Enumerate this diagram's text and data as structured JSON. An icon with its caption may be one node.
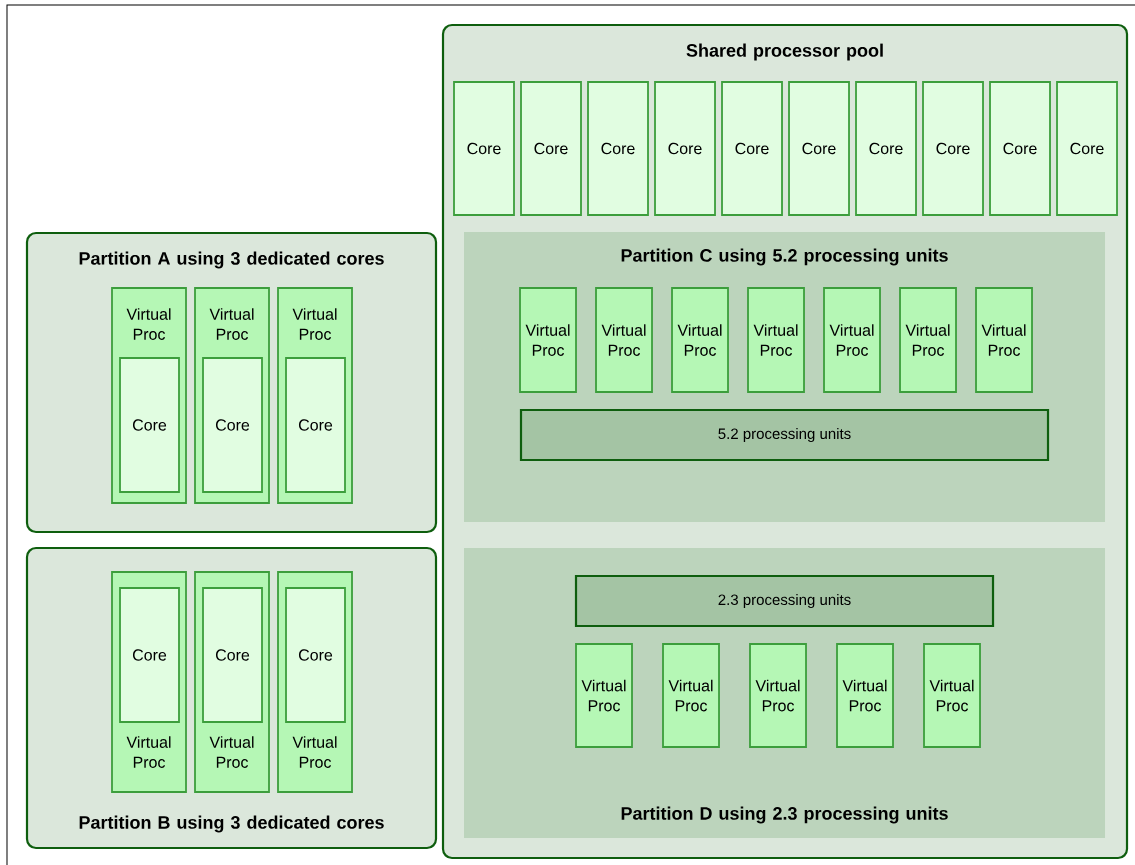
{
  "diagram": {
    "nodes": [
      {
        "text": [
          "Shared processor pool"
        ]
      },
      {
        "text": [
          "Core"
        ],
        "in": 0
      },
      {
        "text": [
          "Core"
        ],
        "in": 0
      },
      {
        "text": [
          "Core"
        ],
        "in": 0
      },
      {
        "text": [
          "Core"
        ],
        "in": 0
      },
      {
        "text": [
          "Core"
        ],
        "in": 0
      },
      {
        "text": [
          "Core"
        ],
        "in": 0
      },
      {
        "text": [
          "Core"
        ],
        "in": 0
      },
      {
        "text": [
          "Core"
        ],
        "in": 0
      },
      {
        "text": [
          "Core"
        ],
        "in": 0
      },
      {
        "text": [
          "Core"
        ],
        "in": 0
      },
      {
        "text": [
          "Partition A using 3 dedicated cores"
        ]
      },
      {
        "text": [
          "Virtual Proc"
        ],
        "in": 11
      },
      {
        "text": [
          "Core"
        ],
        "in": 12
      },
      {
        "text": [
          "Virtual Proc"
        ],
        "in": 11
      },
      {
        "text": [
          "Core"
        ],
        "in": 14
      },
      {
        "text": [
          "Virtual Proc"
        ],
        "in": 11
      },
      {
        "text": [
          "Core"
        ],
        "in": 16
      },
      {
        "text": [
          "Partition C using 5.2 processing units"
        ],
        "in": 0
      },
      {
        "text": [
          "Virtual Proc"
        ],
        "in": 18
      },
      {
        "text": [
          "Virtual Proc"
        ],
        "in": 18
      },
      {
        "text": [
          "Virtual Proc"
        ],
        "in": 18
      },
      {
        "text": [
          "Virtual Proc"
        ],
        "in": 18
      },
      {
        "text": [
          "Virtual Proc"
        ],
        "in": 18
      },
      {
        "text": [
          "Virtual Proc"
        ],
        "in": 18
      },
      {
        "text": [
          "Virtual Proc"
        ],
        "in": 18
      },
      {
        "text": [
          "5.2 processing units"
        ],
        "in": 18
      },
      {
        "text": [
          "Partition B using 3 dedicated cores"
        ]
      },
      {
        "text": [
          "Virtual Proc"
        ],
        "in": 27
      },
      {
        "text": [
          "Core"
        ],
        "in": 28
      },
      {
        "text": [
          "Virtual Proc"
        ],
        "in": 27
      },
      {
        "text": [
          "Core"
        ],
        "in": 30
      },
      {
        "text": [
          "Virtual Proc"
        ],
        "in": 27
      },
      {
        "text": [
          "Core"
        ],
        "in": 32
      },
      {
        "text": [
          "Partition D using 2.3 processing units"
        ],
        "in": 0
      },
      {
        "text": [
          "2.3 processing units"
        ],
        "in": 34
      },
      {
        "text": [
          "Virtual Proc"
        ],
        "in": 34
      },
      {
        "text": [
          "Virtual Proc"
        ],
        "in": 34
      },
      {
        "text": [
          "Virtual Proc"
        ],
        "in": 34
      },
      {
        "text": [
          "Virtual Proc"
        ],
        "in": 34
      },
      {
        "text": [
          "Virtual Proc"
        ],
        "in": 34
      }
    ]
  }
}
